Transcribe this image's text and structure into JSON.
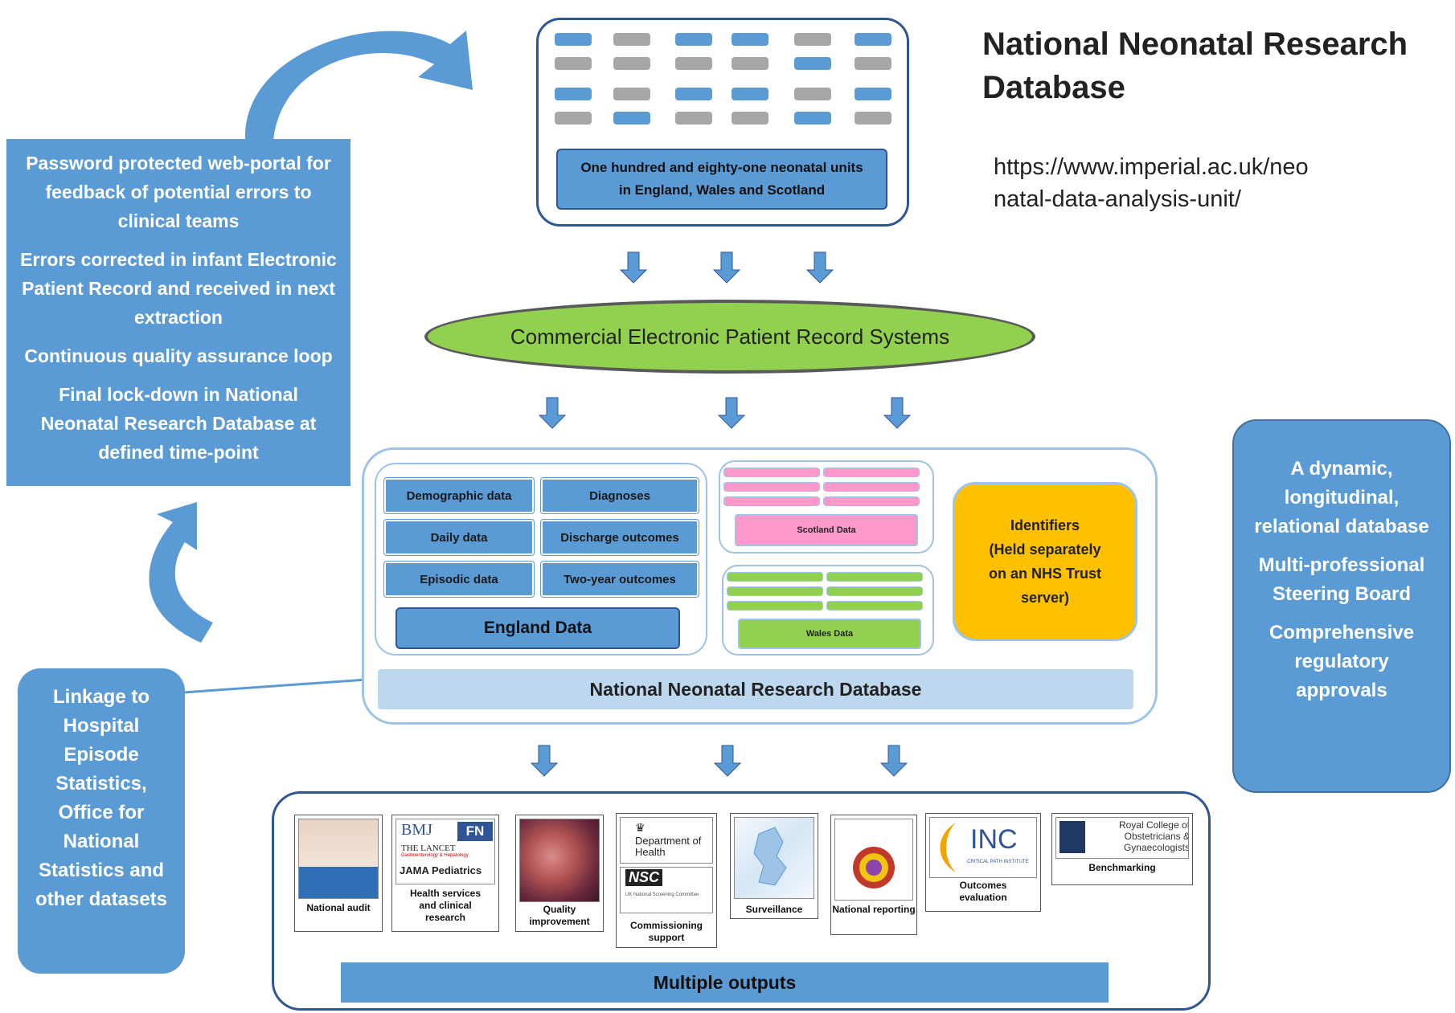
{
  "title": "National Neonatal Research Database",
  "url": "https://www.imperial.ac.uk/neonatal-data-analysis-unit/",
  "url_line1": "https://www.imperial.ac.uk/neo",
  "url_line2": "natal-data-analysis-unit/",
  "units_label": "One hundred and eighty-one neonatal units in England, Wales and Scotland",
  "epr_label": "Commercial Electronic Patient Record Systems",
  "england": {
    "tiles": [
      "Demographic data",
      "Diagnoses",
      "Daily data",
      "Discharge outcomes",
      "Episodic data",
      "Two-year outcomes"
    ],
    "label": "England Data"
  },
  "scotland_label": "Scotland Data",
  "wales_label": "Wales Data",
  "identifiers_label": "Identifiers (Held separately on an NHS Trust server)",
  "identifiers_lines": [
    "Identifiers",
    "(Held separately",
    "on an NHS Trust",
    "server)"
  ],
  "nnrd_label": "National Neonatal Research Database",
  "left_panel": [
    "Password protected web-portal for feedback of potential errors to clinical teams",
    "Errors corrected in infant Electronic Patient Record and received in next extraction",
    "Continuous quality assurance loop",
    "Final lock-down in National Neonatal Research Database at defined time-point"
  ],
  "linkage_panel": "Linkage to Hospital Episode Statistics, Office for National Statistics and other datasets",
  "right_panel": [
    "A dynamic, longitudinal, relational database",
    "Multi-professional Steering Board",
    "Comprehensive regulatory approvals"
  ],
  "outputs": [
    {
      "caption": "National audit"
    },
    {
      "caption": "Health services and clinical research",
      "logos": [
        "BMJ",
        "FN",
        "THE LANCET",
        "Gastroenterology & Hepatology",
        "JAMA Pediatrics"
      ]
    },
    {
      "caption": "Quality improvement"
    },
    {
      "caption": "Commissioning support",
      "logos": [
        "Department of Health",
        "NSC",
        "UK National Screening Committee"
      ]
    },
    {
      "caption": "Surveillance"
    },
    {
      "caption": "National reporting"
    },
    {
      "caption": "Outcomes evaluation",
      "logos": [
        "INC",
        "CRITICAL PATH INSTITUTE"
      ]
    },
    {
      "caption": "Benchmarking",
      "logos": [
        "Royal College of Obstetricians & Gynaecologists"
      ]
    }
  ],
  "outputs_label": "Multiple outputs",
  "colors": {
    "blue": "#5b9bd5",
    "dark_blue": "#2f5597",
    "green": "#92d050",
    "pink": "#ff99cc",
    "orange": "#ffc000",
    "light_blue": "#bdd7ee",
    "grey": "#a6a6a6"
  }
}
